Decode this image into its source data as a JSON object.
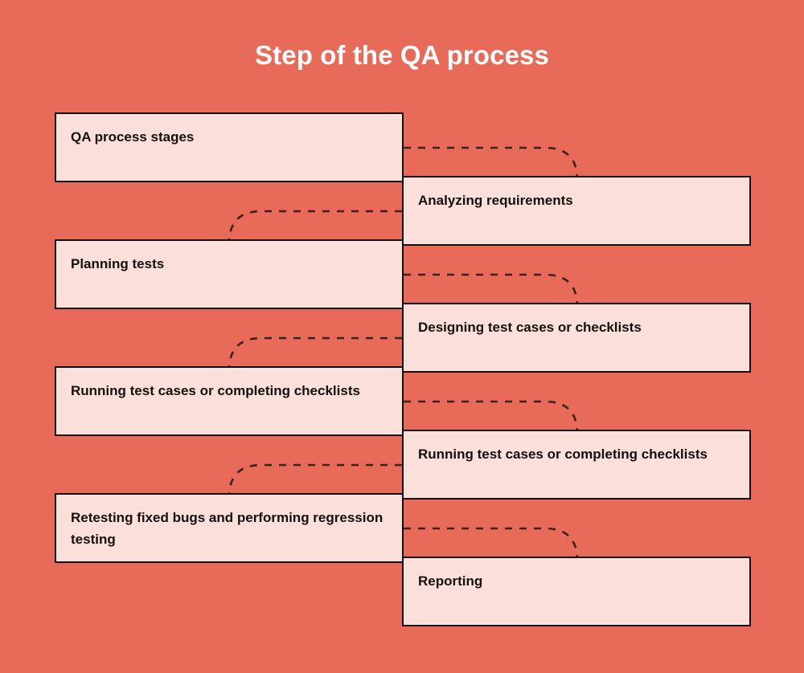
{
  "title": "Step of the QA process",
  "colors": {
    "background": "#E86A58",
    "box_fill": "#FADFDB",
    "box_border": "#111111",
    "title_text": "#FFFFFF",
    "label_text": "#14100F",
    "connector": "#3A2220"
  },
  "diagram": {
    "type": "staircase-flow",
    "steps": [
      {
        "label": "QA process stages",
        "side": "left"
      },
      {
        "label": "Analyzing requirements",
        "side": "right"
      },
      {
        "label": "Planning tests",
        "side": "left"
      },
      {
        "label": "Designing test cases or checklists",
        "side": "right"
      },
      {
        "label": "Running test cases or completing checklists",
        "side": "left"
      },
      {
        "label": "Running test cases or completing checklists",
        "side": "right"
      },
      {
        "label": "Retesting fixed bugs and performing regression testing",
        "side": "left"
      },
      {
        "label": "Reporting",
        "side": "right"
      }
    ]
  }
}
